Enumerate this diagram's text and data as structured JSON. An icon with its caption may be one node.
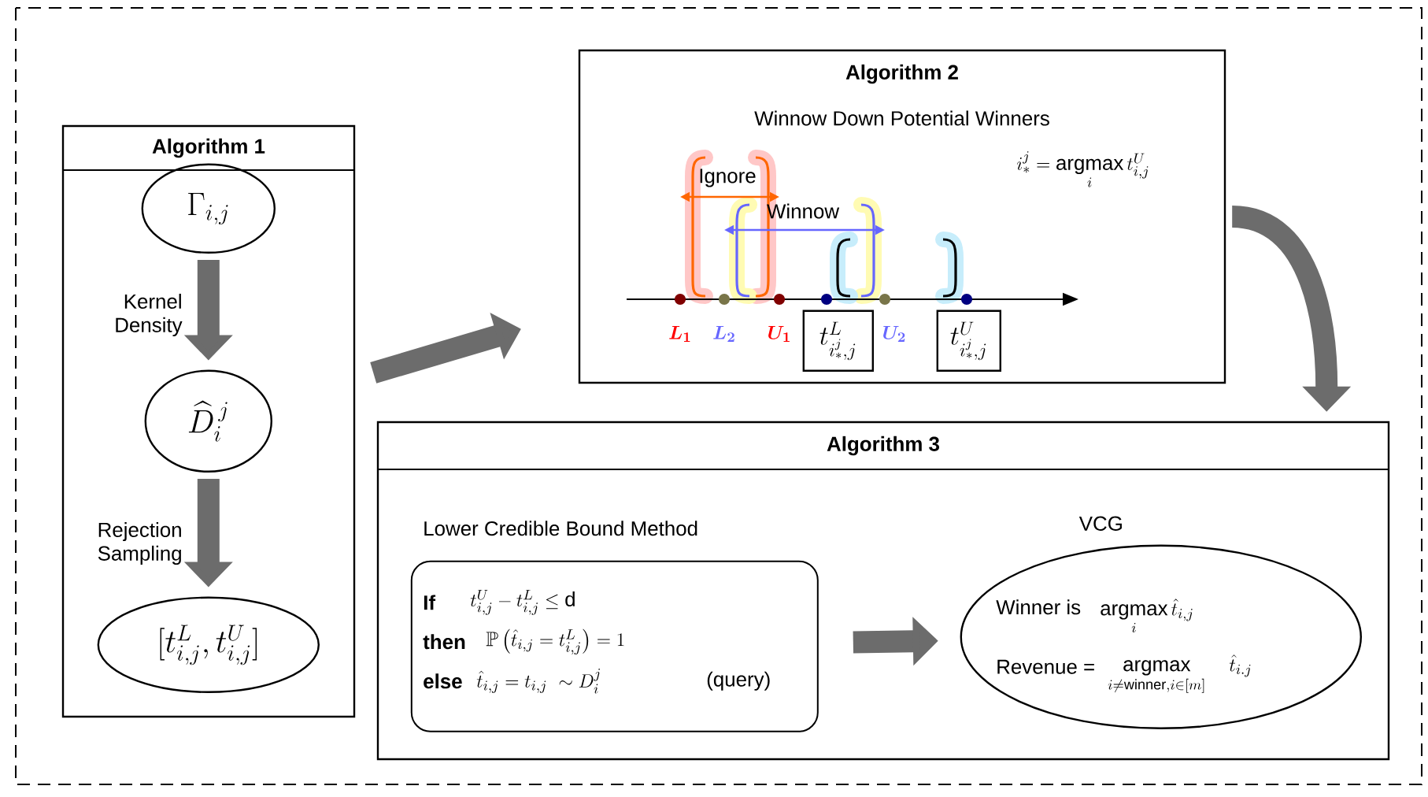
{
  "diagram": {
    "nodes": [
      {
        "text": [
          "Algorithm 1"
        ]
      },
      {
        "text": [
          "\\Gamma_{i,j}"
        ],
        "in": 0
      },
      {
        "text": [
          "\\widehat{D}_i^{\\,j}"
        ],
        "in": 0
      },
      {
        "text": [
          "[t^L_{i,j}, t^U_{i,j}]"
        ],
        "in": 0
      },
      {
        "text": [
          "Algorithm 2",
          "Winnow Down Potential Winners",
          "i_*^j = \\mathop{\\mathrm{argmax}}\\limits_i t^U_{i,j}"
        ]
      },
      {
        "text": [
          "t^L_{i_*^j,j}"
        ],
        "in": 4
      },
      {
        "text": [
          "t^U_{i_*^j,j}"
        ],
        "in": 4
      },
      {
        "text": [
          "Algorithm 3"
        ]
      },
      {
        "text": [
          "Lower Credible Bound Method",
          "If",
          "t^U_{i,j} - t^L_{i,j} \\le \\mathrm{d}",
          "then",
          "\\mathbb{P}\\left(\\hat{t}_{i,j} = t^L_{i,j}\\right) = 1",
          "else",
          "\\hat{t}_{i,j} = t_{i,j} \\ \\sim D_i^j",
          "(query)"
        ],
        "in": 7
      },
      {
        "text": [
          "VCG",
          "Winner is",
          "\\mathop{\\mathrm{argmax}}\\limits_i \\hat{t}_{i,j}",
          "Revenue =",
          "\\mathop{\\mathrm{argmax}}\\limits_{i\\neq \\mathrm{winner}, i\\in[m]} \\quad \\hat{t}_{i.j}"
        ],
        "in": 7
      }
    ],
    "edges": [
      {
        "from": 1,
        "to": 2,
        "arrow": "to",
        "label": "Kernel Density"
      },
      {
        "from": 2,
        "to": 3,
        "arrow": "to",
        "label": "Rejection Sampling"
      },
      {
        "from": 0,
        "to": 4,
        "arrow": "to"
      },
      {
        "from": 4,
        "to": 7,
        "arrow": "to"
      },
      {
        "from": 8,
        "to": 9,
        "arrow": "to"
      }
    ],
    "labels": [
      "Ignore",
      "Winnow",
      "\\boldsymbol{L_1}",
      "\\boldsymbol{L_2}",
      "\\boldsymbol{U_1}",
      "\\boldsymbol{U_2}"
    ]
  }
}
